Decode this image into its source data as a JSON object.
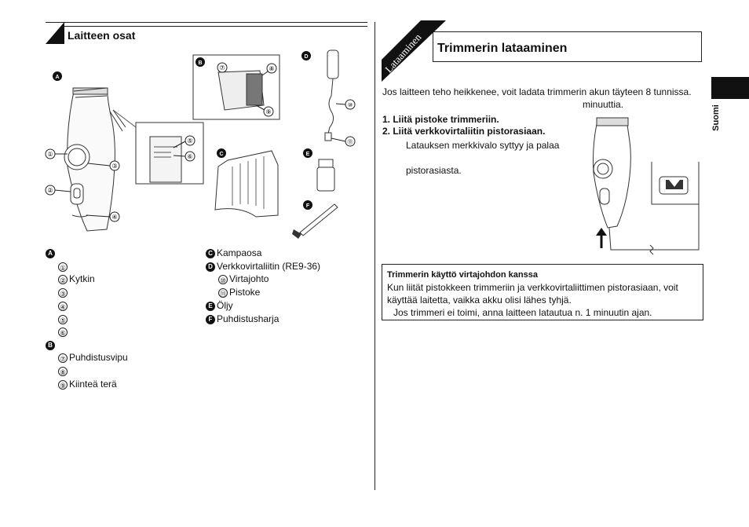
{
  "left": {
    "section_title": "Laitteen osat",
    "figure": {
      "labels": {
        "A": "A",
        "B": "B",
        "C": "C",
        "D": "D",
        "E": "E",
        "F": "F"
      },
      "callouts": [
        "①",
        "②",
        "③",
        "④",
        "⑤",
        "⑥",
        "⑦",
        "⑧",
        "⑨",
        "⑩",
        "⑪"
      ]
    },
    "legend_A": {
      "letter": "A",
      "items": [
        {
          "num": "①",
          "text": ""
        },
        {
          "num": "②",
          "text": "Kytkin"
        },
        {
          "num": "③",
          "text": ""
        },
        {
          "num": "④",
          "text": ""
        },
        {
          "num": "⑤",
          "text": ""
        },
        {
          "num": "⑥",
          "text": ""
        }
      ]
    },
    "legend_B": {
      "letter": "B",
      "items": [
        {
          "num": "⑦",
          "text": "Puhdistusvipu"
        },
        {
          "num": "⑧",
          "text": ""
        },
        {
          "num": "⑨",
          "text": "Kiinteä terä"
        }
      ]
    },
    "legend_right": {
      "C": {
        "letter": "C",
        "text": "Kampaosa"
      },
      "D": {
        "letter": "D",
        "text": "Verkkovirtaliitin (RE9-36)"
      },
      "d10": {
        "num": "⑩",
        "text": "Virtajohto"
      },
      "d11": {
        "num": "⑪",
        "text": "Pistoke"
      },
      "E": {
        "letter": "E",
        "text": "Öljy"
      },
      "F": {
        "letter": "F",
        "text": "Puhdistusharja"
      }
    }
  },
  "right": {
    "tab_label": "Lataaminen",
    "section_title": "Trimmerin lataaminen",
    "intro_line1": "Jos laitteen teho heikkenee, voit ladata trimmerin akun täyteen 8 tunnissa.",
    "intro_line2": "minuuttia.",
    "step1": "1. Liitä pistoke trimmeriin.",
    "step2": "2. Liitä verkkovirtaliitin pistorasiaan.",
    "step2_sub1": "Latauksen merkkivalo syttyy ja palaa",
    "step2_sub2": "pistorasiasta.",
    "box": {
      "title": "Trimmerin käyttö virtajohdon kanssa",
      "line1": "Kun liität pistokkeen trimmeriin ja verkkovirtaliittimen pistorasiaan, voit",
      "line2": "käyttää laitetta, vaikka akku olisi lähes tyhjä.",
      "line3": "Jos trimmeri ei toimi, anna laitteen latautua n. 1 minuutin ajan."
    }
  },
  "side_tab": {
    "label": "Suomi"
  }
}
